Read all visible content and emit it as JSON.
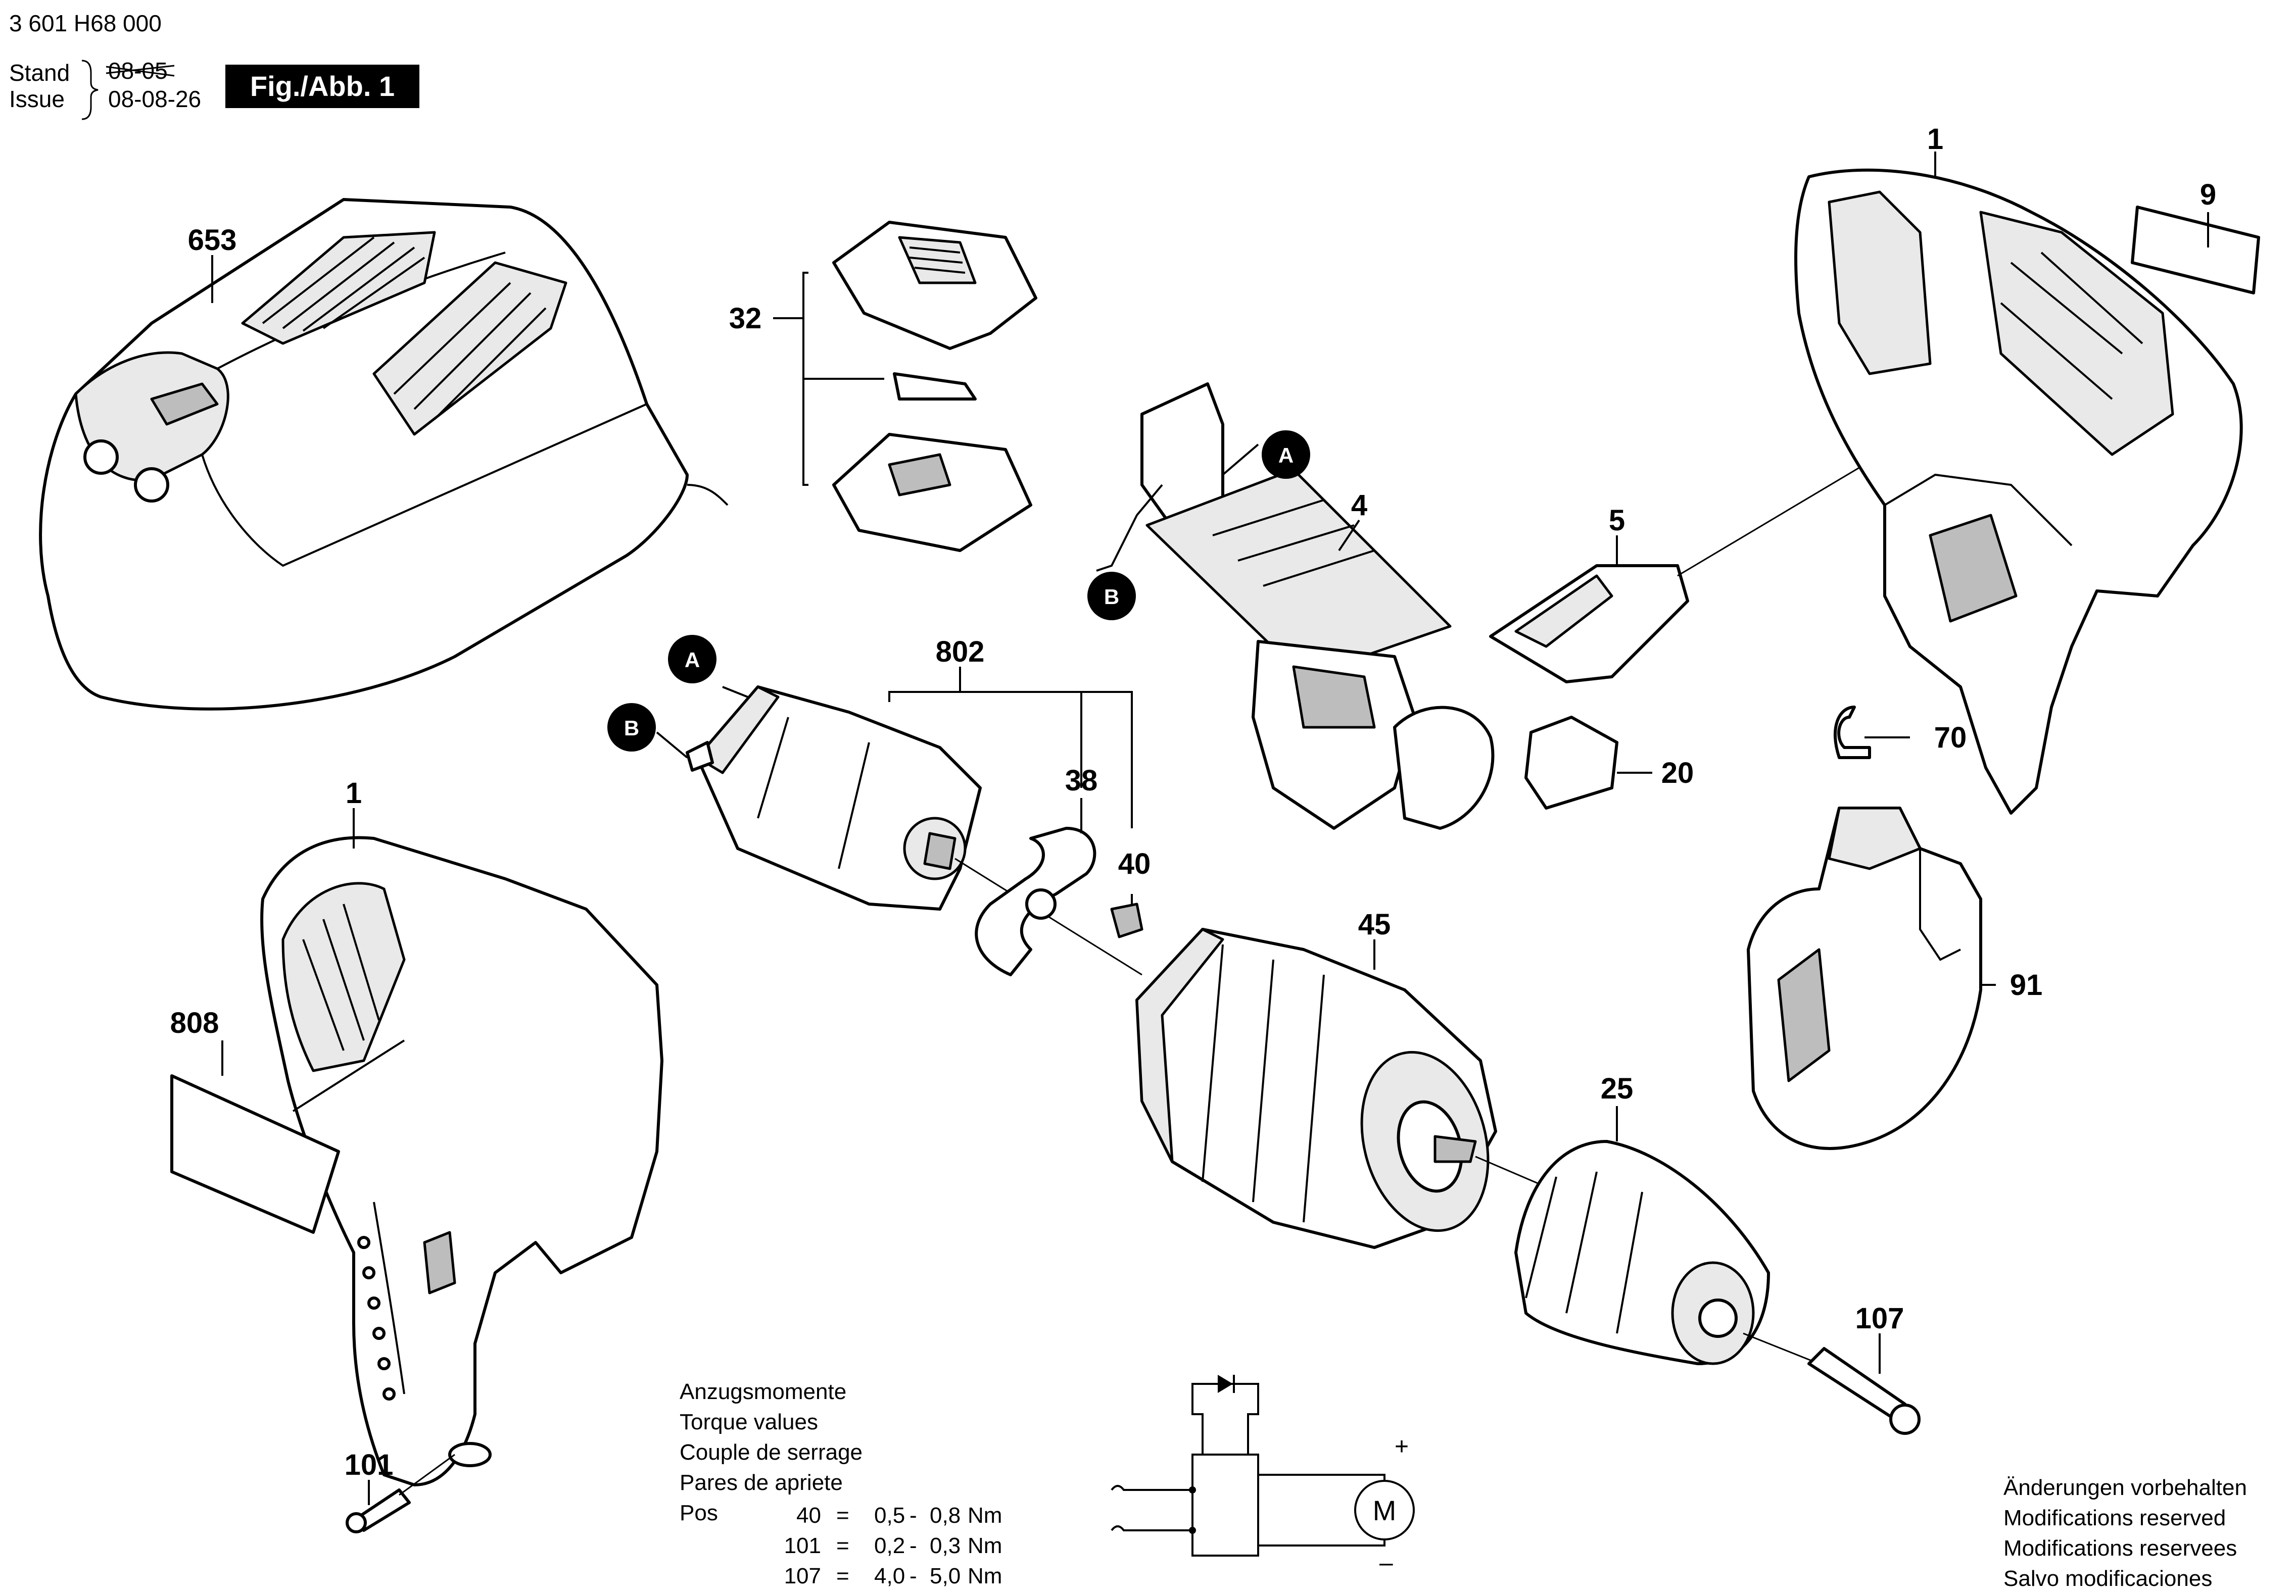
{
  "header": {
    "doc_number": "3 601 H68 000",
    "stand_label": "Stand",
    "issue_label": "Issue",
    "stand_date": "08-05",
    "issue_date": "08-08-26",
    "figure_label": "Fig./Abb. 1"
  },
  "callouts": [
    {
      "key": "c653",
      "label": "653"
    },
    {
      "key": "c32",
      "label": "32"
    },
    {
      "key": "c1top",
      "label": "1"
    },
    {
      "key": "c9",
      "label": "9"
    },
    {
      "key": "c4",
      "label": "4"
    },
    {
      "key": "c5",
      "label": "5"
    },
    {
      "key": "c802",
      "label": "802"
    },
    {
      "key": "c38",
      "label": "38"
    },
    {
      "key": "c40",
      "label": "40"
    },
    {
      "key": "c1left",
      "label": "1"
    },
    {
      "key": "c808",
      "label": "808"
    },
    {
      "key": "c45",
      "label": "45"
    },
    {
      "key": "c70",
      "label": "70"
    },
    {
      "key": "c20",
      "label": "20"
    },
    {
      "key": "c91",
      "label": "91"
    },
    {
      "key": "c25",
      "label": "25"
    },
    {
      "key": "c107",
      "label": "107"
    },
    {
      "key": "c101",
      "label": "101"
    }
  ],
  "badges": [
    {
      "key": "bA1",
      "label": "A"
    },
    {
      "key": "bB1",
      "label": "B"
    },
    {
      "key": "bA2",
      "label": "A"
    },
    {
      "key": "bB2",
      "label": "B"
    }
  ],
  "torque": {
    "titles": [
      "Anzugsmomente",
      "Torque values",
      "Couple de serrage",
      "Pares de apriete"
    ],
    "pos_label": "Pos",
    "rows": [
      {
        "pos": "40",
        "eq": "=",
        "min": "0,5",
        "dash": "-",
        "max": "0,8",
        "unit": "Nm"
      },
      {
        "pos": "101",
        "eq": "=",
        "min": "0,2",
        "dash": "-",
        "max": "0,3",
        "unit": "Nm"
      },
      {
        "pos": "107",
        "eq": "=",
        "min": "4,0",
        "dash": "-",
        "max": "5,0",
        "unit": "Nm"
      }
    ]
  },
  "circuit": {
    "motor_label": "M",
    "plus": "+",
    "minus": "–"
  },
  "notice": [
    "Änderungen vorbehalten",
    "Modifications reserved",
    "Modifications reservees",
    "Salvo modificaciones"
  ]
}
